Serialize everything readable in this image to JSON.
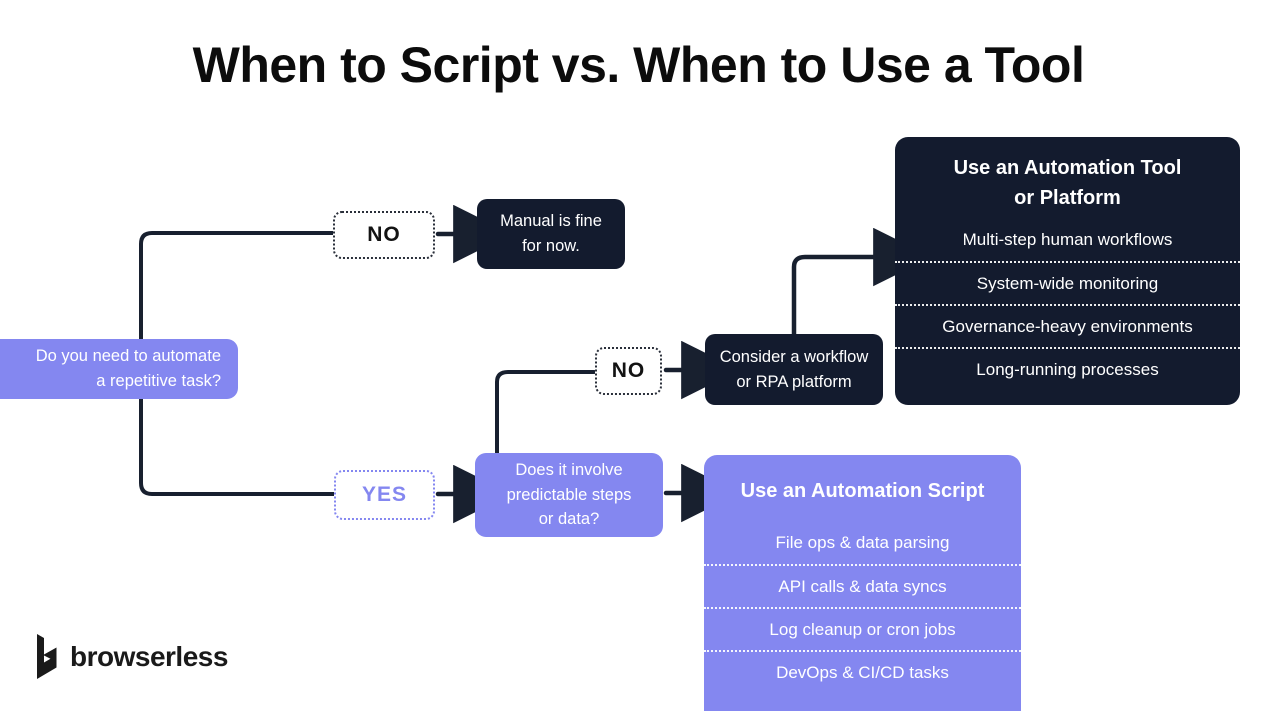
{
  "title": "When to Script vs. When to Use a Tool",
  "colors": {
    "purple": "#8487F0",
    "navy": "#131B2E",
    "line": "#18202F",
    "ink": "#0C0C0C"
  },
  "nodes": {
    "question1": {
      "line1": "Do you need to automate",
      "line2": "a repetitive task?"
    },
    "no_top": "NO",
    "manual": {
      "line1": "Manual is fine",
      "line2": "for now."
    },
    "yes": "YES",
    "question2": {
      "line1": "Does it involve",
      "line2": "predictable steps",
      "line3": "or data?"
    },
    "no_mid": "NO",
    "consider": {
      "line1": "Consider a workflow",
      "line2": "or RPA platform"
    }
  },
  "tool_panel": {
    "title_line1": "Use an Automation Tool",
    "title_line2": "or Platform",
    "items": [
      "Multi-step human workflows",
      "System-wide monitoring",
      "Governance-heavy environments",
      "Long-running processes"
    ]
  },
  "script_panel": {
    "title": "Use an Automation Script",
    "items": [
      "File ops & data parsing",
      "API calls & data syncs",
      "Log cleanup or cron jobs",
      "DevOps & CI/CD tasks"
    ]
  },
  "logo": {
    "text": "browserless"
  }
}
